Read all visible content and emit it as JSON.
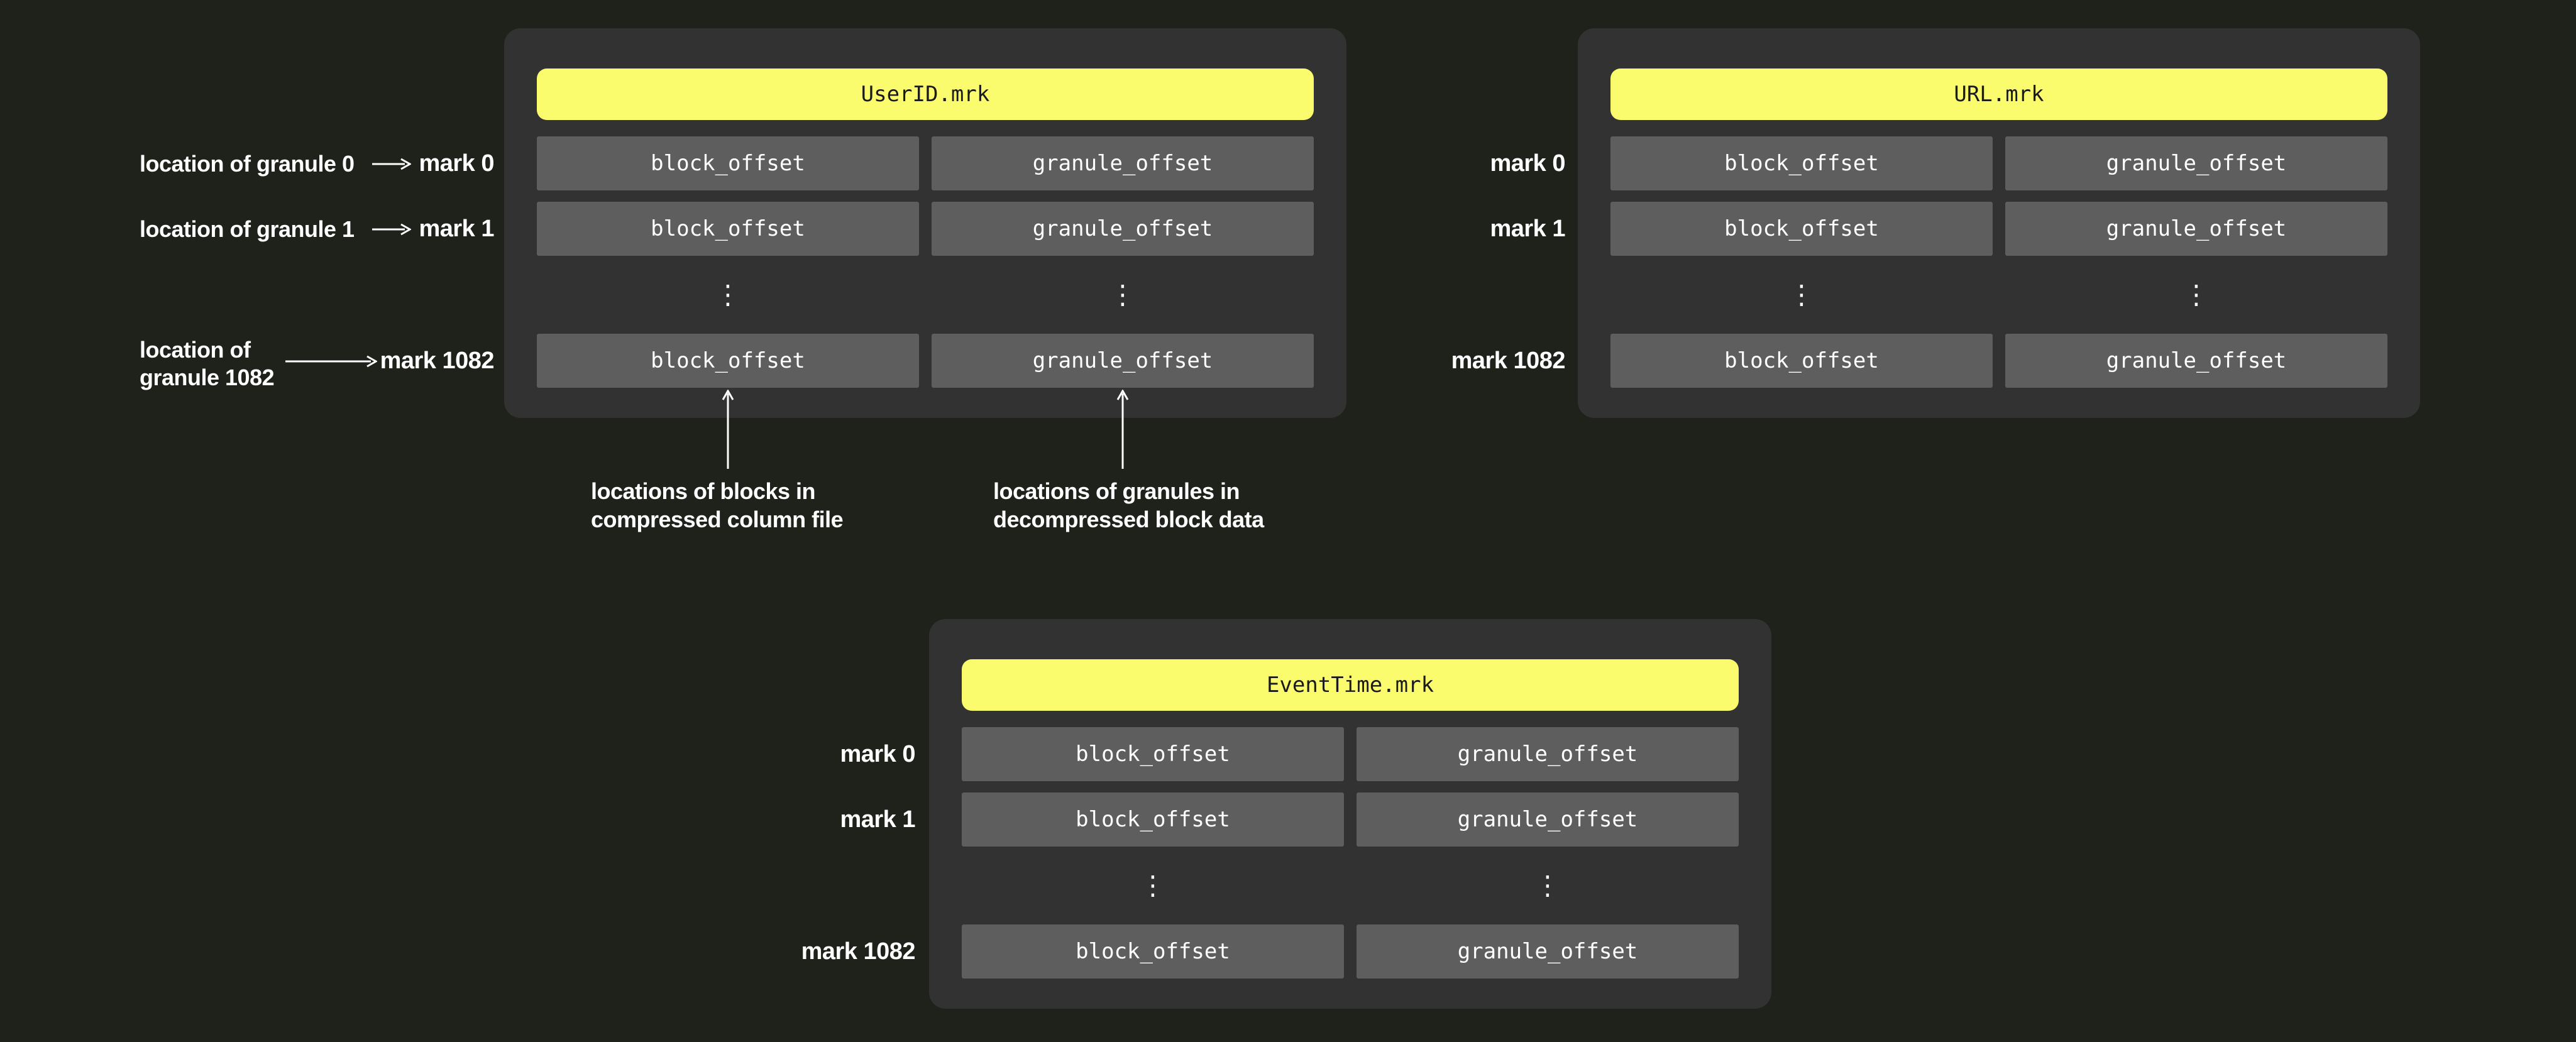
{
  "colors": {
    "page_bg": "#1f211b",
    "panel_bg": "#323232",
    "cell_bg": "#5e5e5e",
    "header_bg": "#fafb6d",
    "header_text": "#1b1b1b",
    "text": "#ffffff"
  },
  "panels": [
    {
      "title": "UserID.mrk",
      "ellipsis": "⋮",
      "rows": [
        {
          "mark": "mark 0",
          "block": "block_offset",
          "granule": "granule_offset"
        },
        {
          "mark": "mark 1",
          "block": "block_offset",
          "granule": "granule_offset"
        },
        {
          "mark": "mark 1082",
          "block": "block_offset",
          "granule": "granule_offset"
        }
      ]
    },
    {
      "title": "URL.mrk",
      "ellipsis": "⋮",
      "rows": [
        {
          "mark": "mark 0",
          "block": "block_offset",
          "granule": "granule_offset"
        },
        {
          "mark": "mark 1",
          "block": "block_offset",
          "granule": "granule_offset"
        },
        {
          "mark": "mark 1082",
          "block": "block_offset",
          "granule": "granule_offset"
        }
      ]
    },
    {
      "title": "EventTime.mrk",
      "ellipsis": "⋮",
      "rows": [
        {
          "mark": "mark 0",
          "block": "block_offset",
          "granule": "granule_offset"
        },
        {
          "mark": "mark 1",
          "block": "block_offset",
          "granule": "granule_offset"
        },
        {
          "mark": "mark 1082",
          "block": "block_offset",
          "granule": "granule_offset"
        }
      ]
    }
  ],
  "annotations": {
    "granule0": "location of granule 0",
    "granule1": "location of granule 1",
    "granule1082_line1": "location of",
    "granule1082_line2": "granule 1082",
    "blocks_line1": "locations of blocks in",
    "blocks_line2": "compressed column file",
    "granules_line1": "locations of granules in",
    "granules_line2": "decompressed block data"
  }
}
